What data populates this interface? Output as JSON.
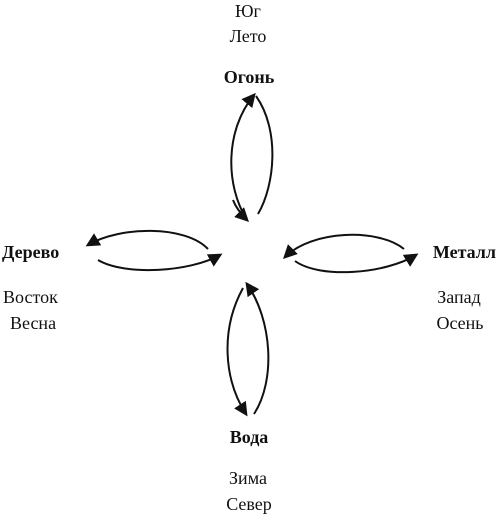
{
  "diagram": {
    "top": {
      "direction": "Юг",
      "season": "Лето",
      "element": "Огонь"
    },
    "left": {
      "element": "Дерево",
      "direction": "Восток",
      "season": "Весна"
    },
    "right": {
      "element": "Металл",
      "direction": "Запад",
      "season": "Осень"
    },
    "bottom": {
      "element": "Вода",
      "season": "Зима",
      "direction": "Север"
    }
  },
  "colors": {
    "stroke": "#111111",
    "background": "#ffffff"
  }
}
